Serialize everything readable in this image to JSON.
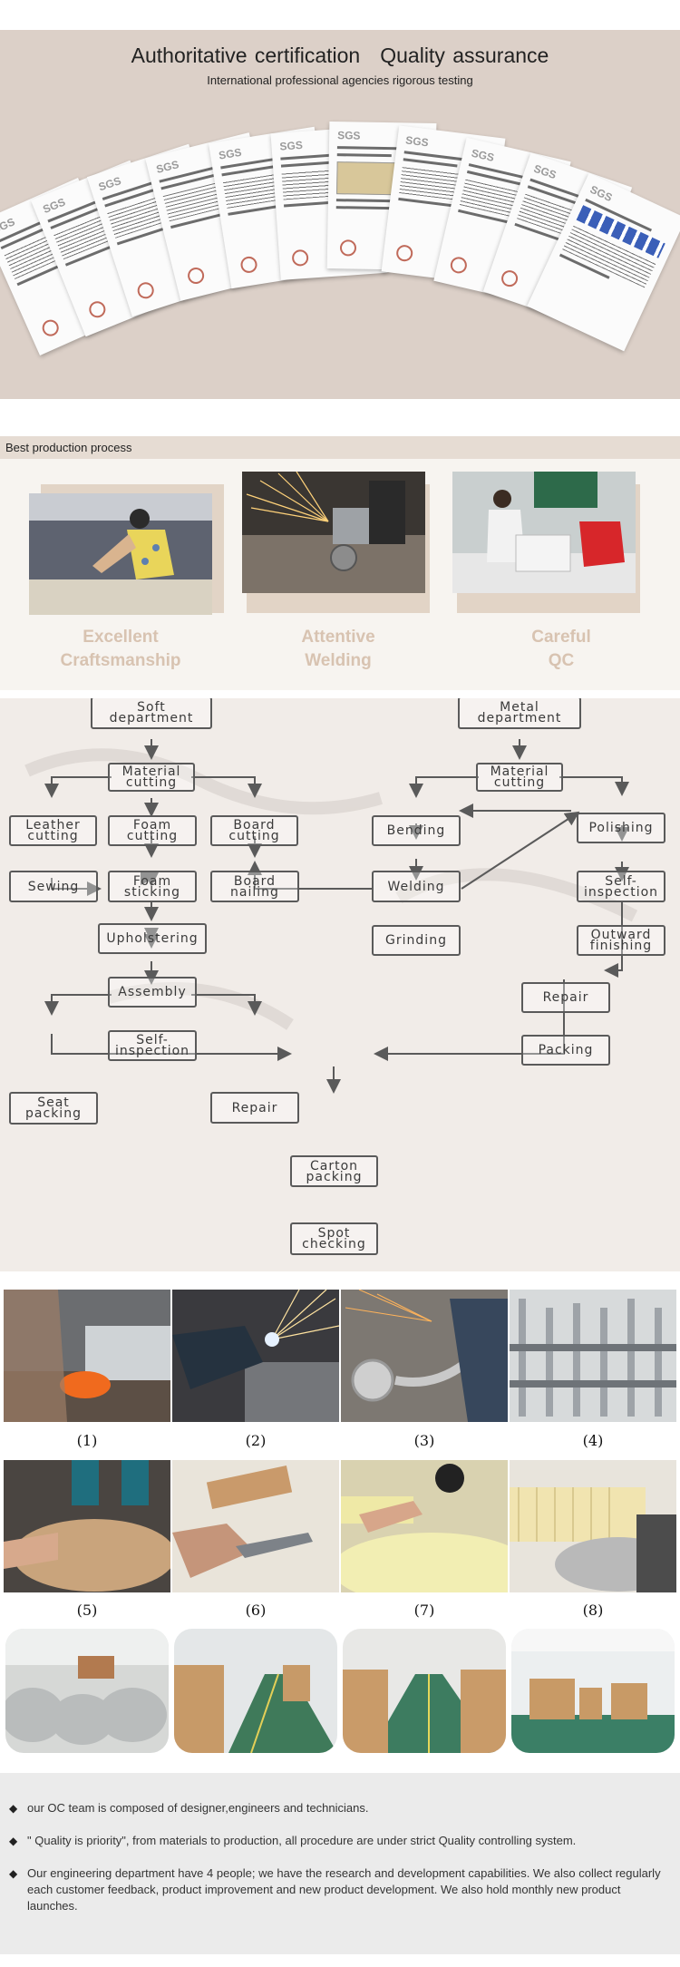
{
  "certification": {
    "title_left": "Authoritative certification",
    "title_right": "Quality assurance",
    "subtitle": "International professional agencies rigorous testing",
    "doc_logo": "SGS"
  },
  "production": {
    "bar_label": "Best production process",
    "cards": [
      {
        "line1": "Excellent",
        "line2": "Craftsmanship"
      },
      {
        "line1": "Attentive",
        "line2": "Welding"
      },
      {
        "line1": "Careful",
        "line2": "QC"
      }
    ]
  },
  "flowchart": {
    "soft_dept": [
      "Soft",
      "department"
    ],
    "metal_dept": [
      "Metal",
      "department"
    ],
    "material_cutting": [
      "Material",
      "cutting"
    ],
    "leather_cutting": [
      "Leather",
      "cutting"
    ],
    "foam_cutting": [
      "Foam",
      "cutting"
    ],
    "board_cutting": [
      "Board",
      "cutting"
    ],
    "sewing": "Sewing",
    "foam_sticking": [
      "Foam",
      "sticking"
    ],
    "board_nailing": [
      "Board",
      "nailing"
    ],
    "upholstering": "Upholstering",
    "assembly": "Assembly",
    "self_inspection": [
      "Self-",
      "inspection"
    ],
    "seat_packing": [
      "Seat",
      "packing"
    ],
    "repair": "Repair",
    "carton_packing": [
      "Carton",
      "packing"
    ],
    "spot_checking": [
      "Spot",
      "checking"
    ],
    "bending": "Bending",
    "polishing": "Polishing",
    "welding": "Welding",
    "grinding": "Grinding",
    "outward_finishing": [
      "Outward",
      "finishing"
    ],
    "packing": "Packing"
  },
  "gallery": {
    "numbers": [
      "(1)",
      "(2)",
      "(3)",
      "(4)",
      "(5)",
      "(6)",
      "(7)",
      "(8)"
    ]
  },
  "notes": [
    "our OC team is composed of designer,engineers and technicians.",
    "\" Quality is priority\", from materials to production, all procedure are under strict Quality controlling system.",
    "Our engineering department have 4 people; we have the research and development capabilities. We also collect regularly each customer feedback, product improvement and new product development. We also hold monthly new product launches."
  ],
  "bullet_symbol": "◆"
}
